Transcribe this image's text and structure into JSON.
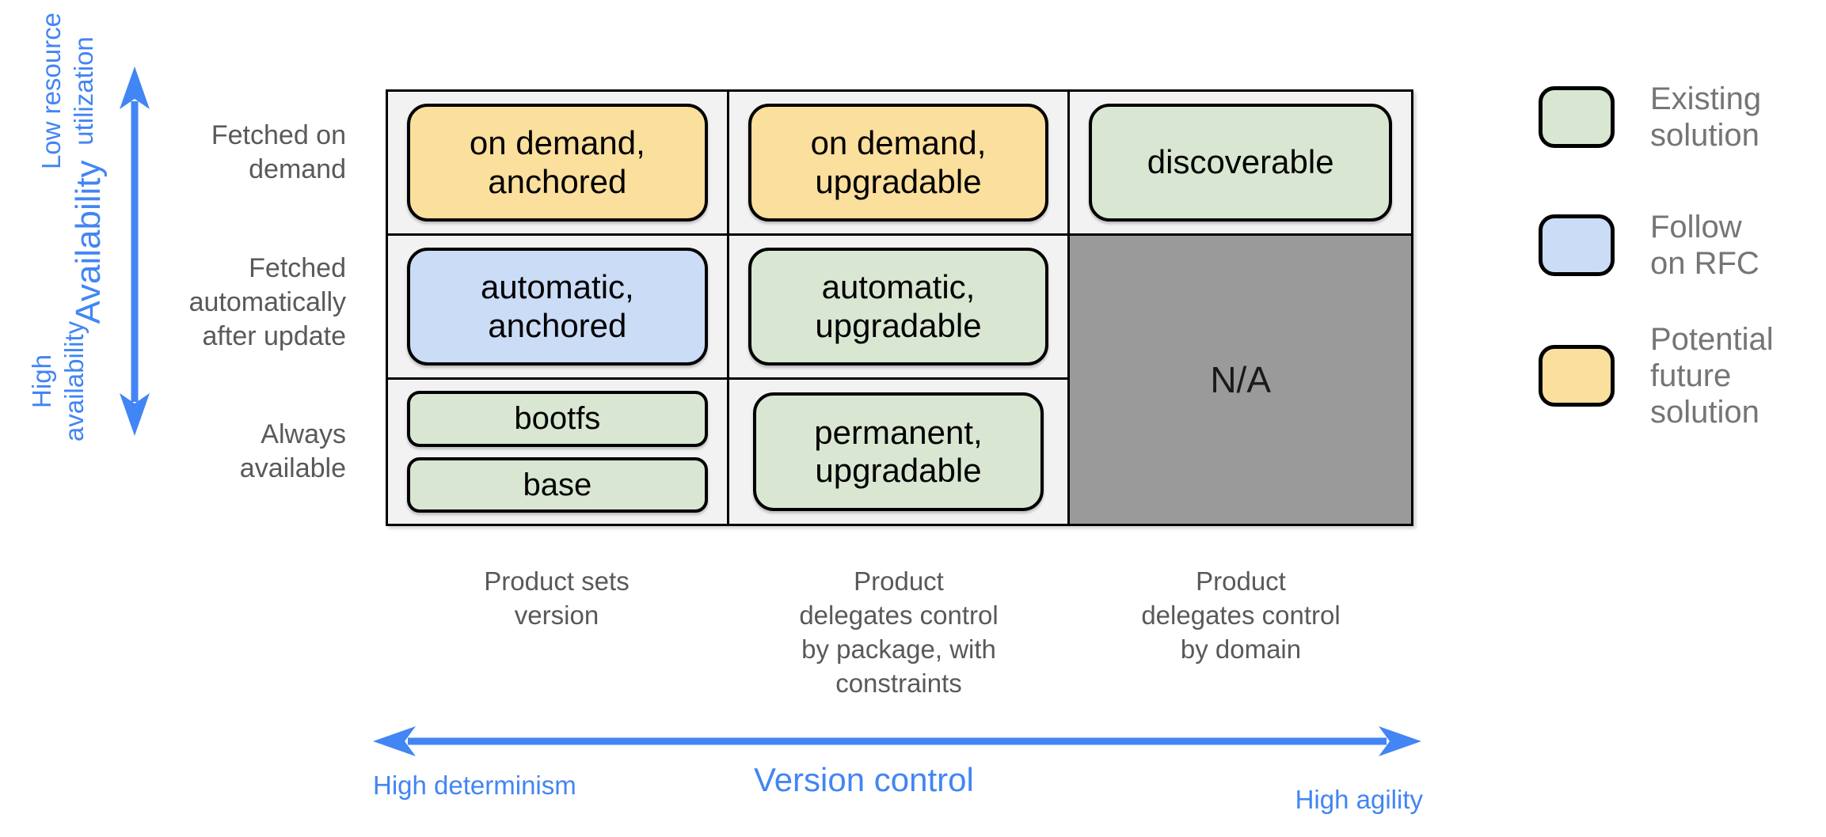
{
  "colors": {
    "accent-blue": "#4285f4",
    "text-gray": "#595959",
    "legend-gray": "#757575",
    "cell-bg": "#f2f2f2",
    "na-bg": "#9a9a9a",
    "box-green": "#d9e7d2",
    "box-blue": "#cbdcf6",
    "box-yellow": "#fbdf9d"
  },
  "y_axis": {
    "high_end_label": "Low resource\nutilization",
    "axis_title": "Availability",
    "low_end_label": "High\navailability"
  },
  "x_axis": {
    "axis_title": "Version control",
    "left_end_label": "High determinism",
    "right_end_label": "High agility"
  },
  "row_labels": [
    "Fetched on\ndemand",
    "Fetched\nautomatically\nafter update",
    "Always\navailable"
  ],
  "column_footers": [
    "Product sets\nversion",
    "Product\ndelegates control\nby package, with\nconstraints",
    "Product\ndelegates control\nby domain"
  ],
  "matrix": {
    "r1c1": "on demand,\nanchored",
    "r1c2": "on demand,\nupgradable",
    "r1c3": "discoverable",
    "r2c1": "automatic,\nanchored",
    "r2c2": "automatic,\nupgradable",
    "r3c1_top": "bootfs",
    "r3c1_bottom": "base",
    "r3c2": "permanent,\nupgradable",
    "na": "N/A"
  },
  "legend": [
    {
      "label": "Existing\nsolution",
      "color": "#d9e7d2"
    },
    {
      "label": "Follow\non RFC",
      "color": "#cbdcf6"
    },
    {
      "label": "Potential\nfuture\nsolution",
      "color": "#fbdf9d"
    }
  ]
}
